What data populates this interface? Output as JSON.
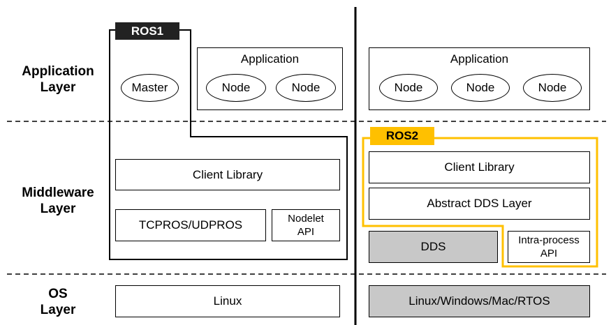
{
  "layers": {
    "application": [
      "Application",
      "Layer"
    ],
    "middleware": [
      "Middleware",
      "Layer"
    ],
    "os": [
      "OS",
      "Layer"
    ]
  },
  "ros1": {
    "tag": "ROS1",
    "master": "Master",
    "application_title": "Application",
    "nodes": [
      "Node",
      "Node"
    ],
    "client_library": "Client Library",
    "tcpros": "TCPROS/UDPROS",
    "nodelet": [
      "Nodelet",
      "API"
    ],
    "os": "Linux"
  },
  "ros2": {
    "tag": "ROS2",
    "application_title": "Application",
    "nodes": [
      "Node",
      "Node",
      "Node"
    ],
    "client_library": "Client Library",
    "abstract_dds": "Abstract DDS Layer",
    "dds": "DDS",
    "intra_process": [
      "Intra-process",
      "API"
    ],
    "os": "Linux/Windows/Mac/RTOS"
  },
  "colors": {
    "ros1_tag": "#222222",
    "ros2_accent": "#ffc000",
    "gray_fill": "#c8c8c8"
  }
}
